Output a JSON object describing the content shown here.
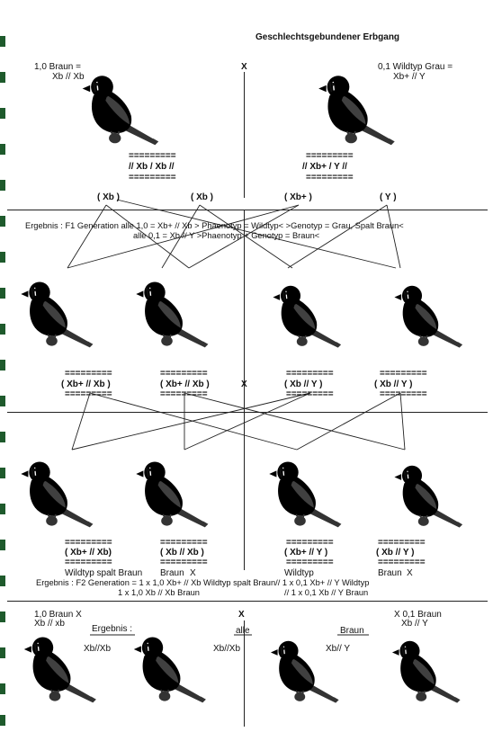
{
  "title": "Geschlechtsgebundener Erbgang",
  "parents": {
    "left_label_1": "1,0 Braun =",
    "left_label_2": "Xb // Xb",
    "cross": "X",
    "right_label_1": "0,1 Wildtyp Grau =",
    "right_label_2": "Xb+ // Y",
    "left_genotype": "// Xb / Xb //",
    "right_genotype": "//  Xb+ / Y //",
    "sep": "=========",
    "gametes": [
      "( Xb )",
      "( Xb )",
      "( Xb+ )",
      "( Y )"
    ]
  },
  "f1": {
    "result_line_1": "Ergebnis : F1 Generation alle 1,0 = Xb+ // Xb  > Phaenotyp = Wildtyp<  >Genotyp = Grau, Spalt Braun<",
    "result_line_2": "alle 0,1 = Xb  //  Y   >Phaenotyp + Genotyp = Braun<",
    "genotypes": [
      "( Xb+ // Xb )",
      "( Xb+ // Xb )",
      "( Xb  //  Y )",
      "( Xb  //  Y )"
    ],
    "cross": "X"
  },
  "f2": {
    "genotypes": [
      "( Xb+ // Xb)",
      "( Xb  // Xb )",
      "( Xb+ // Y )",
      "( Xb  // Y )"
    ],
    "labels": [
      "Wildtyp spalt Braun",
      "Braun",
      "Wildtyp",
      "Braun"
    ],
    "x_marks": [
      "X",
      "X"
    ],
    "result_line_1": "Ergebnis : F2 Generation = 1 x 1,0 Xb+ // Xb Wildtyp spalt Braun// 1 x 0,1 Xb+ // Y  Wildtyp",
    "result_line_2": "1 x 1,0 Xb  // Xb Braun",
    "result_line_3": "//  1 x 0,1 Xb  // Y  Braun"
  },
  "bottom": {
    "left_label_1": "1,0 Braun  X",
    "left_label_2": "Xb // xb",
    "ergebnis": "Ergebnis :",
    "cross": "X",
    "right_label_1": "X 0,1 Braun",
    "right_label_2": "Xb // Y",
    "alle": "alle",
    "braun": "Braun",
    "g1": "Xb//Xb",
    "g2": "Xb//Xb",
    "g3": "Xb// Y"
  },
  "colors": {
    "brown_bird": "#d39a78",
    "grey_bird": "#9aa0a8",
    "beak": "#d8563e",
    "binding": "#1e5a2c"
  }
}
